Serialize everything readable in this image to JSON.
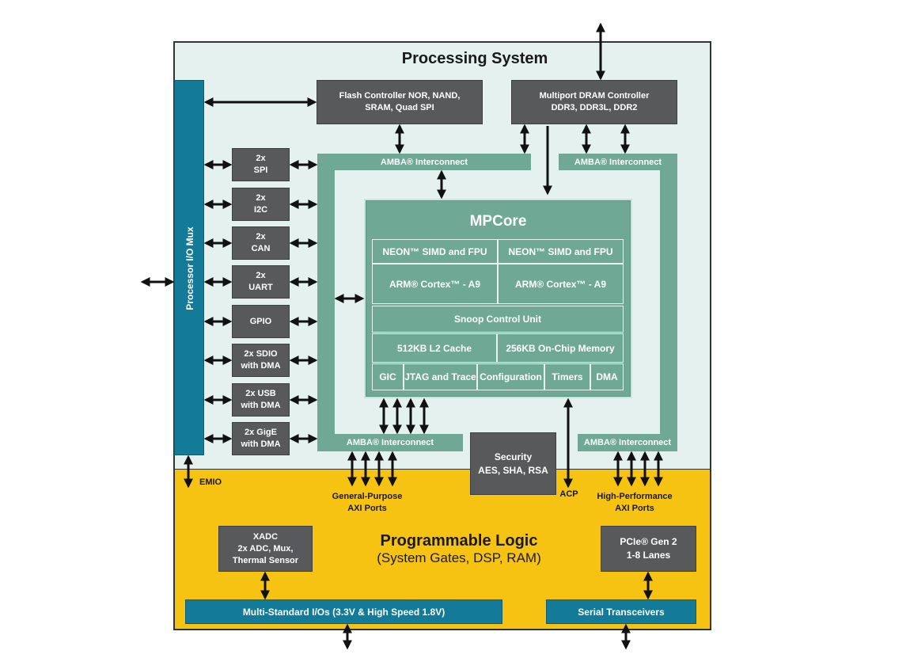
{
  "processing_system": {
    "title": "Processing System",
    "io_mux": "Processor I/O Mux",
    "emio": "EMIO",
    "flash_controller": [
      "Flash Controller NOR, NAND,",
      "SRAM, Quad SPI"
    ],
    "dram_controller": [
      "Multiport DRAM Controller",
      "DDR3, DDR3L, DDR2"
    ],
    "peripherals": [
      [
        "2x",
        "SPI"
      ],
      [
        "2x",
        "I2C"
      ],
      [
        "2x",
        "CAN"
      ],
      [
        "2x",
        "UART"
      ],
      [
        "GPIO"
      ],
      [
        "2x SDIO",
        "with DMA"
      ],
      [
        "2x USB",
        "with DMA"
      ],
      [
        "2x GigE",
        "with DMA"
      ]
    ],
    "amba_label": "AMBA® Interconnect",
    "security": [
      "Security",
      "AES, SHA, RSA"
    ],
    "mpcore": {
      "title": "MPCore",
      "neon": "NEON™ SIMD and FPU",
      "cortex": "ARM® Cortex™ - A9",
      "scu": "Snoop Control Unit",
      "l2_cache": "512KB L2 Cache",
      "ocm": "256KB On-Chip Memory",
      "bottom_row": [
        "GIC",
        "JTAG and Trace",
        "Configuration",
        "Timers",
        "DMA"
      ]
    }
  },
  "ports": {
    "gp": [
      "General-Purpose",
      "AXI Ports"
    ],
    "acp": "ACP",
    "hp": [
      "High-Performance",
      "AXI Ports"
    ]
  },
  "programmable_logic": {
    "title": "Programmable Logic",
    "subtitle": "(System Gates, DSP, RAM)",
    "xadc": [
      "XADC",
      "2x ADC, Mux,",
      "Thermal Sensor"
    ],
    "pcie": [
      "PCIe® Gen 2",
      "1-8 Lanes"
    ],
    "multi_io": "Multi-Standard I/Os (3.3V & High Speed 1.8V)",
    "serial": "Serial Transceivers"
  },
  "colors": {
    "ps_background": "#e4f1ee",
    "pl_background": "#f6c313",
    "amba_green": "#6fa995",
    "dark_block": "#58595b",
    "teal_block": "#137a97"
  }
}
